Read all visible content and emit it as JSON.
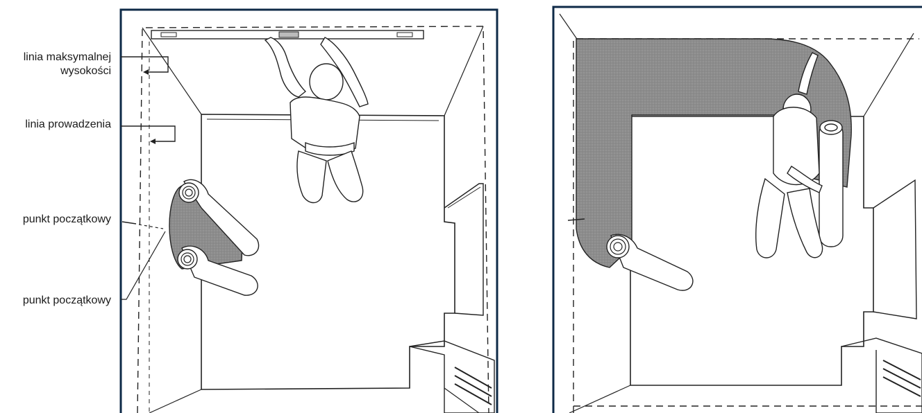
{
  "labels": {
    "max_height_line_1": "linia maksymalnej",
    "max_height_line_2": "wysokości",
    "guide_line": "linia prowadzenia",
    "start_point_1": "punkt początkowy",
    "start_point_2": "punkt początkowy"
  },
  "colors": {
    "frame_border": "#0e2a47",
    "line": "#222222",
    "carpet_fill": "#8a8a8a",
    "background": "#ffffff"
  }
}
